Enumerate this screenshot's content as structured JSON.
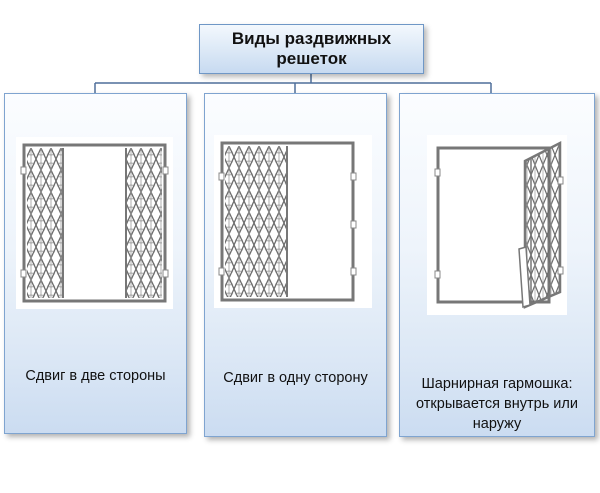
{
  "root": {
    "title_line1": "Виды раздвижных",
    "title_line2": "решеток"
  },
  "types": [
    {
      "caption_lines": [
        "Сдвиг в две стороны"
      ],
      "icon": "double-sliding-grille-icon"
    },
    {
      "caption_lines": [
        "Сдвиг в одну сторону"
      ],
      "icon": "single-sliding-grille-icon"
    },
    {
      "caption_lines": [
        "Шарнирная гармошка:",
        "открывается внутрь или",
        "наружу"
      ],
      "icon": "hinged-accordion-grille-icon"
    }
  ],
  "colors": {
    "box_border": "#7fa4d0",
    "box_fill_top": "#fbfdff",
    "box_fill_bottom": "#cbdcf1",
    "connector": "#4f6f9a",
    "frame": "#777777"
  }
}
